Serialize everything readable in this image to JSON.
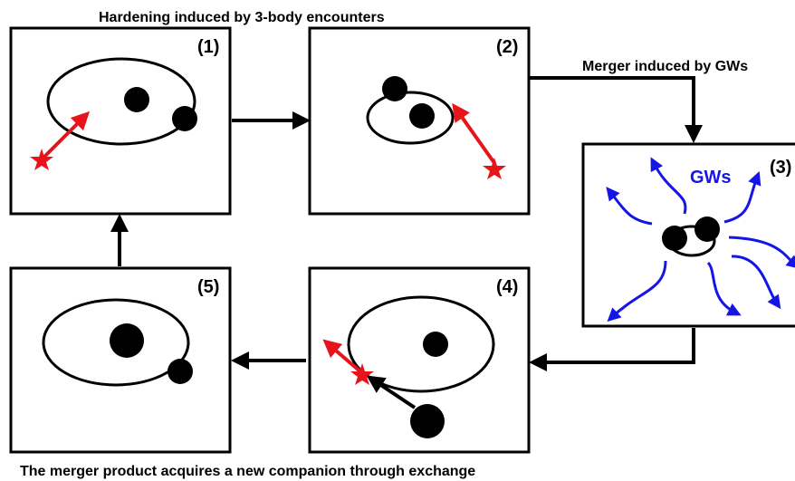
{
  "captions": {
    "top": "Hardening induced by 3-body encounters",
    "merger": "Merger induced by GWs",
    "bottom": "The merger product acquires a new companion through exchange"
  },
  "panels": {
    "p1": "(1)",
    "p2": "(2)",
    "p3": "(3)",
    "p4": "(4)",
    "p5": "(5)"
  },
  "gw_label": "GWs",
  "colors": {
    "stroke": "#000000",
    "red": "#e8141b",
    "blue": "#1515e6"
  }
}
